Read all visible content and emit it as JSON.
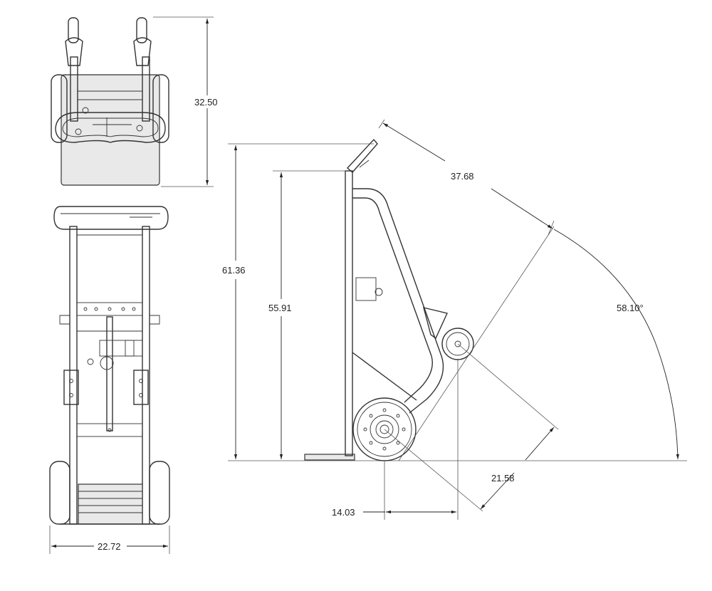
{
  "colors": {
    "line": "#333333",
    "background": "#ffffff",
    "part_fill": "#e9e9e9"
  },
  "dimensions": {
    "top_depth": "32.50",
    "front_width": "22.72",
    "overall_height": "61.36",
    "nose_height": "55.91",
    "handle_reach": "37.68",
    "tilt_angle": "58.10°",
    "caster_distance": "21.58",
    "wheel_offset": "14.03"
  }
}
